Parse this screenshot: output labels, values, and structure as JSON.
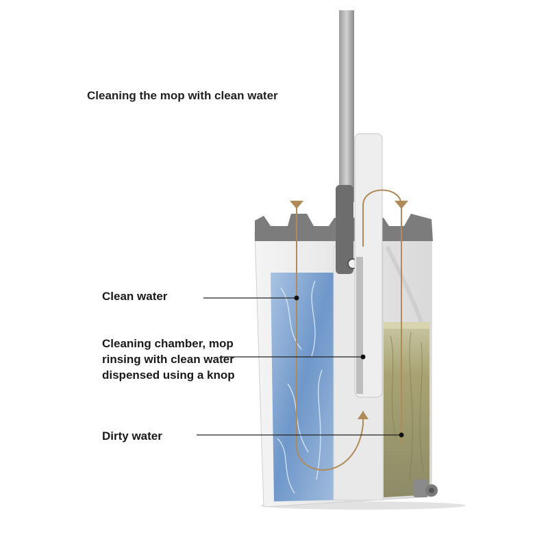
{
  "title": "Cleaning the mop with clean water",
  "labels": {
    "clean_water": "Clean water",
    "cleaning_chamber": "Cleaning chamber, mop rinsing with clean water dispensed using a knop",
    "dirty_water": "Dirty water"
  },
  "colors": {
    "clean_water": "#5a86c0",
    "dirty_water": "#a8a070",
    "flow_arrow": "#b08a58",
    "bucket_rim": "#7c7c7c",
    "bucket_body": "#e6e6e6"
  }
}
